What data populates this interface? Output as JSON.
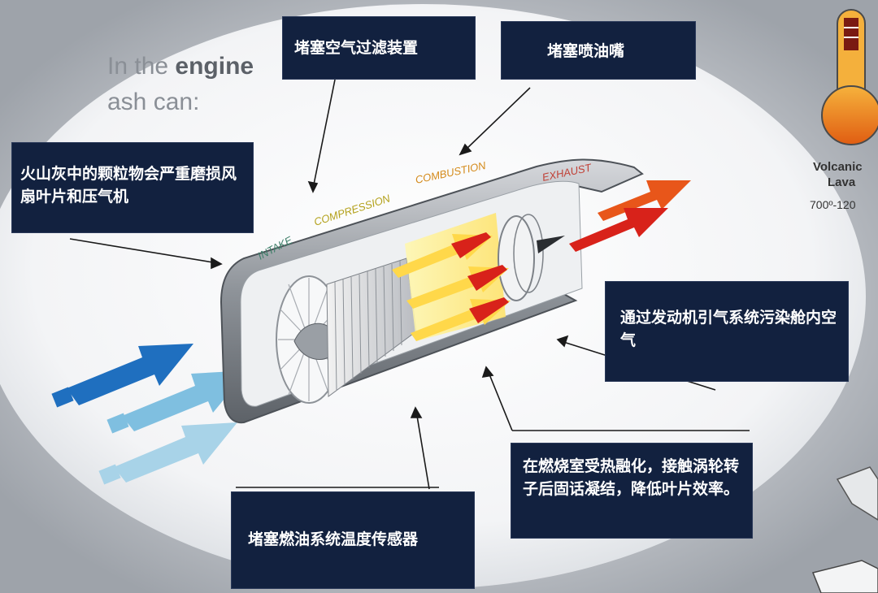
{
  "heading": {
    "line1_prefix": "In the ",
    "line1_bold": "engine",
    "line2": "ash can:"
  },
  "callouts": {
    "filter": "堵塞空气过滤装置",
    "nozzle": "堵塞喷油嘴",
    "fan": "火山灰中的颗粒物会严重磨损风扇叶片和压气机",
    "bleed": "通过发动机引气系统污染舱内空气",
    "turbine": "在燃烧室受热融化，接触涡轮转子后固话凝结，降低叶片效率。",
    "sensor": "堵塞燃油系统温度传感器"
  },
  "stages": {
    "intake": "INTAKE",
    "compression": "COMPRESSION",
    "combustion": "COMBUSTION",
    "exhaust": "EXHAUST"
  },
  "lava": {
    "title_line1": "Volcanic",
    "title_line2": "Lava",
    "temp": "700º-120"
  },
  "colors": {
    "callout_bg": "#12213f",
    "intake_label": "#3f7f6a",
    "compression_label": "#b3a11a",
    "combustion_label": "#d48a1a",
    "exhaust_label": "#c04036",
    "air_arrow_dark": "#1f6fbf",
    "air_arrow_light": "#a8d3e8",
    "hot_arrow": "#d8221a",
    "exhaust_arrow": "#e8561a"
  }
}
